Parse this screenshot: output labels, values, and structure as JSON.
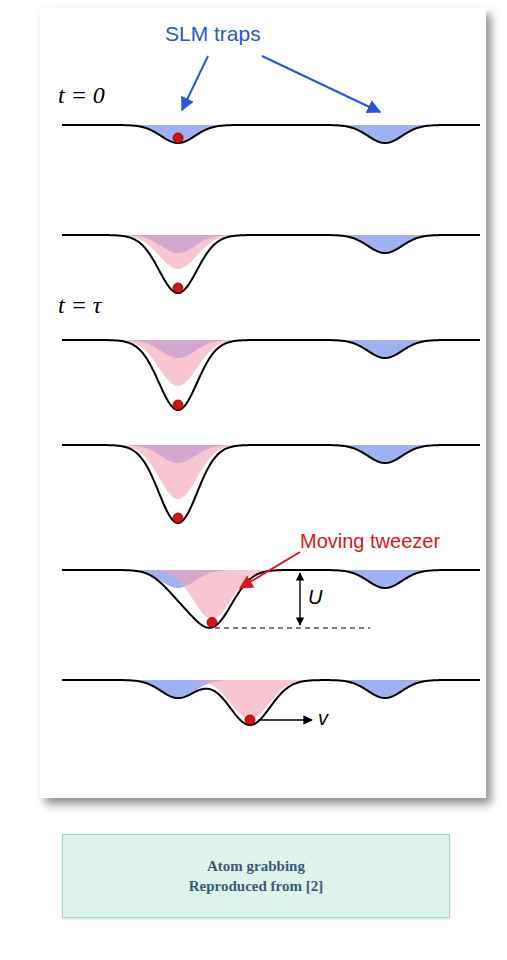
{
  "diagram": {
    "caption": "Atom grabbing Reproduced from [2]",
    "labels": [
      "SLM traps",
      "t = 0",
      "t = τ",
      "Moving tweezer",
      "U",
      "v"
    ]
  }
}
